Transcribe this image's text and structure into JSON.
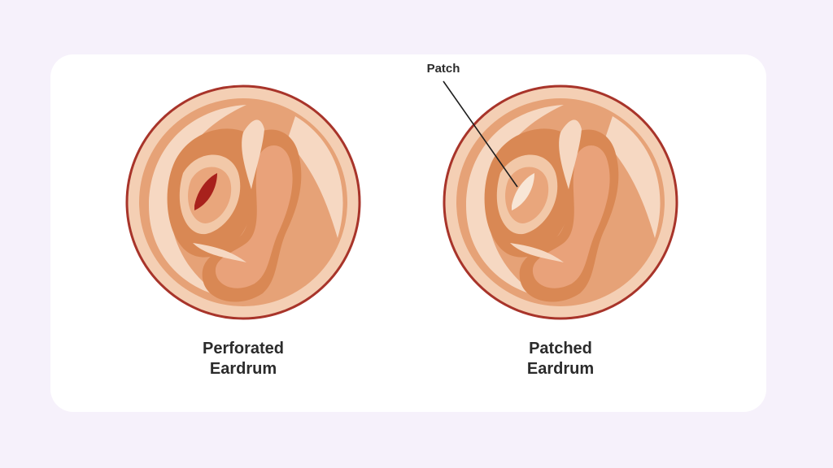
{
  "left_diagram": {
    "caption_line1": "Perforated",
    "caption_line2": "Eardrum",
    "colors": {
      "rim": "#a8342a",
      "pale": "#f6d9c4",
      "mid": "#e8a57a",
      "dark": "#d98a57",
      "lobe": "#e9a27a",
      "hole": "#a8211c"
    }
  },
  "right_diagram": {
    "caption_line1": "Patched",
    "caption_line2": "Eardrum",
    "callout": "Patch",
    "colors": {
      "patch": "#f8e6d6"
    }
  }
}
